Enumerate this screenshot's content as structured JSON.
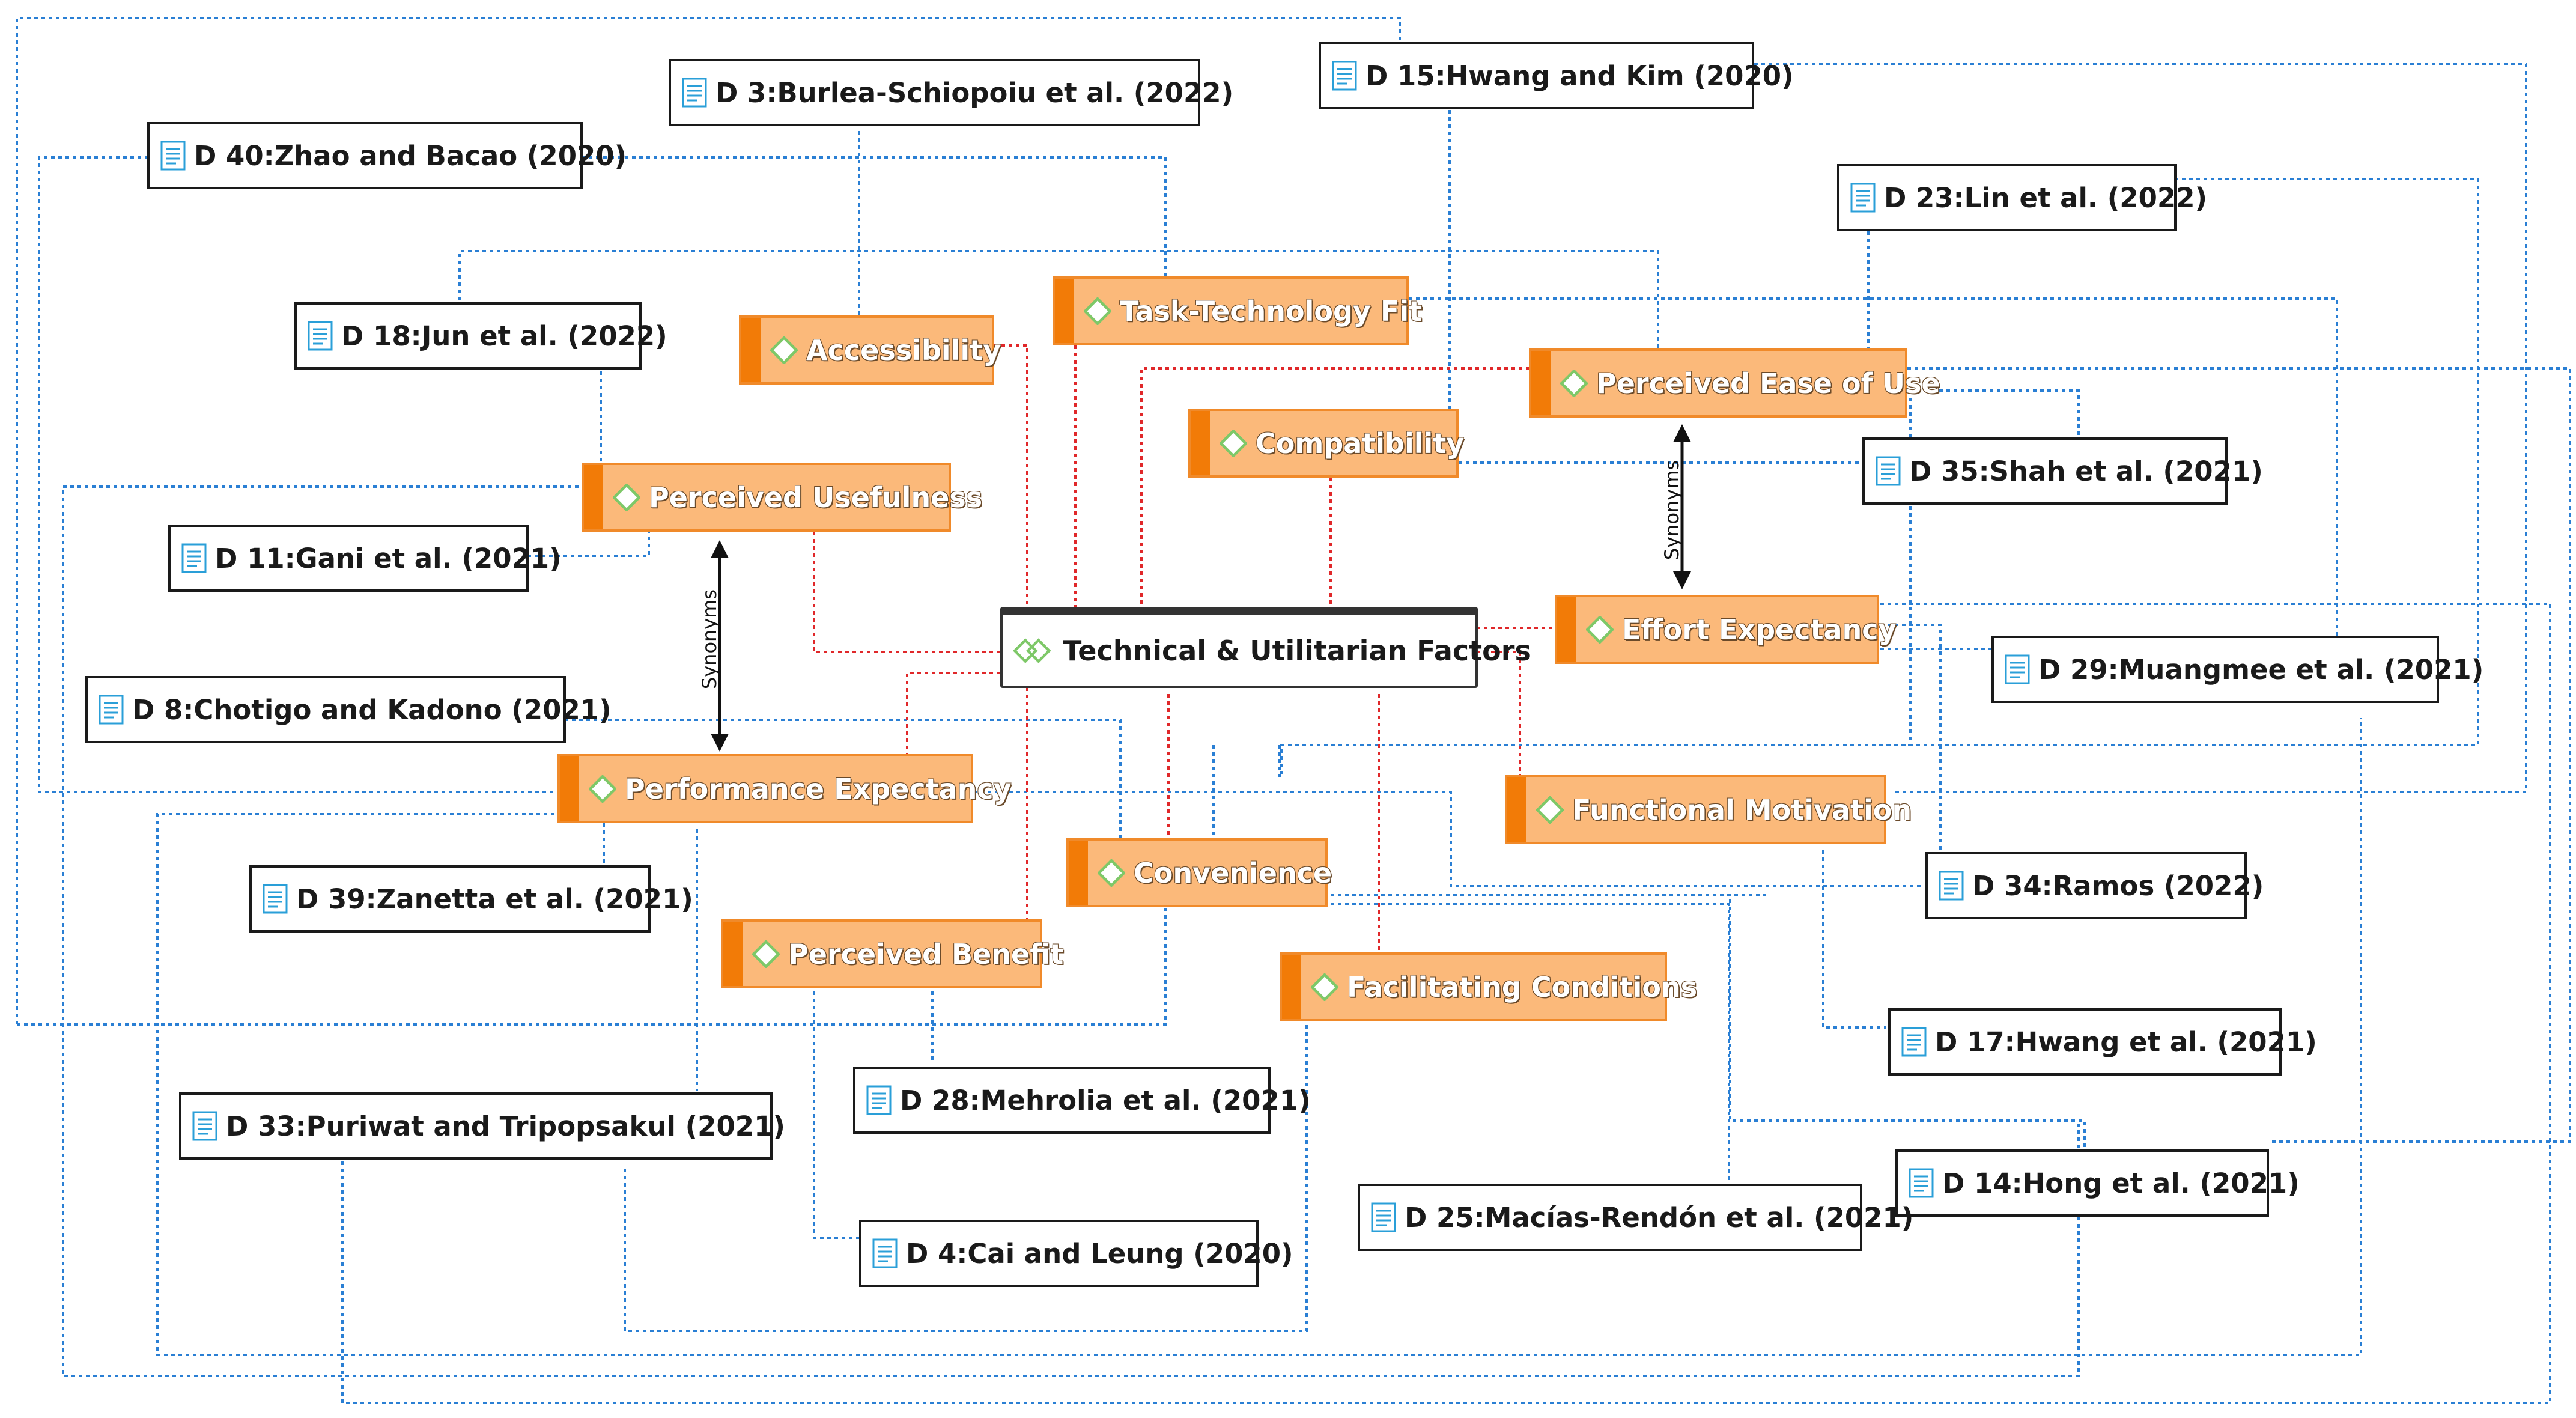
{
  "central_topic": {
    "label": "Technical & Utilitarian Factors"
  },
  "factors": [
    {
      "id": "accessibility",
      "label": "Accessibility"
    },
    {
      "id": "task-technology-fit",
      "label": "Task-Technology Fit"
    },
    {
      "id": "perceived-ease-of-use",
      "label": "Perceived Ease of Use"
    },
    {
      "id": "compatibility",
      "label": "Compatibility"
    },
    {
      "id": "perceived-usefulness",
      "label": "Perceived Usefulness"
    },
    {
      "id": "effort-expectancy",
      "label": "Effort Expectancy"
    },
    {
      "id": "performance-expectancy",
      "label": "Performance Expectancy"
    },
    {
      "id": "functional-motivation",
      "label": "Functional Motivation"
    },
    {
      "id": "convenience",
      "label": "Convenience"
    },
    {
      "id": "perceived-benefit",
      "label": "Perceived Benefit"
    },
    {
      "id": "facilitating-conditions",
      "label": "Facilitating Conditions"
    }
  ],
  "documents": [
    {
      "id": "d3",
      "label": "D 3:Burlea-Schiopoiu et al. (2022)"
    },
    {
      "id": "d15",
      "label": "D 15:Hwang and Kim (2020)"
    },
    {
      "id": "d40",
      "label": "D 40:Zhao and Bacao (2020)"
    },
    {
      "id": "d23",
      "label": "D 23:Lin et al. (2022)"
    },
    {
      "id": "d18",
      "label": "D 18:Jun et al. (2022)"
    },
    {
      "id": "d35",
      "label": "D 35:Shah et al. (2021)"
    },
    {
      "id": "d11",
      "label": "D 11:Gani et al. (2021)"
    },
    {
      "id": "d29",
      "label": "D 29:Muangmee et al. (2021)"
    },
    {
      "id": "d8",
      "label": "D 8:Chotigo and Kadono (2021)"
    },
    {
      "id": "d39",
      "label": "D 39:Zanetta et al. (2021)"
    },
    {
      "id": "d34",
      "label": "D 34:Ramos (2022)"
    },
    {
      "id": "d17",
      "label": "D 17:Hwang et al. (2021)"
    },
    {
      "id": "d28",
      "label": "D 28:Mehrolia et al. (2021)"
    },
    {
      "id": "d33",
      "label": "D 33:Puriwat and Tripopsakul (2021)"
    },
    {
      "id": "d14",
      "label": "D 14:Hong et al. (2021)"
    },
    {
      "id": "d25",
      "label": "D 25:Macías-Rendón et al. (2021)"
    },
    {
      "id": "d4",
      "label": "D 4:Cai and Leung (2020)"
    }
  ],
  "relations": [
    {
      "from": "perceived-usefulness",
      "to": "performance-expectancy",
      "label": "Synonyms"
    },
    {
      "from": "perceived-ease-of-use",
      "to": "effort-expectancy",
      "label": "Synonyms"
    }
  ],
  "colors": {
    "factor_fill": "#fbb97a",
    "factor_accent": "#f27b07",
    "doc_link": "#2a7fd4",
    "factor_link": "#e0282a",
    "doc_icon": "#2a9fd8",
    "diamond": "#7ec868"
  }
}
